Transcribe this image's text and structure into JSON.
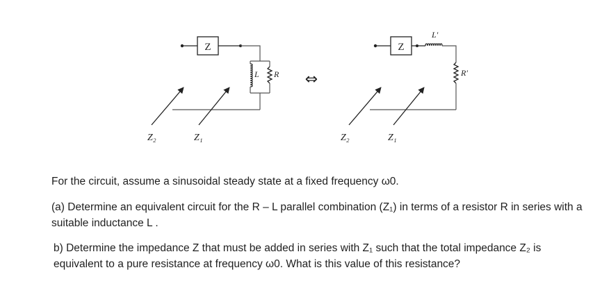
{
  "diagram": {
    "left": {
      "box_label": "Z",
      "inductor_label": "L",
      "resistor_label": "R",
      "terminal_labels": [
        "Z₂",
        "Z₁"
      ]
    },
    "equivalence_symbol": "⇔",
    "right": {
      "box_label": "Z",
      "inductor_label": "L′",
      "resistor_label": "R′",
      "terminal_labels": [
        "Z₂",
        "Z₁"
      ]
    }
  },
  "problem": {
    "intro": "For the circuit, assume a sinusoidal steady state at a fixed frequency ω0.",
    "part_a": "(a) Determine an equivalent circuit for the R – L parallel combination (Z₁) in terms of a resistor R in series with a suitable inductance L .",
    "part_b": "b) Determine the impedance Z that must be added in series with Z₁ such that the total impedance Z₂ is equivalent to a pure resistance at frequency ω0. What is this value of this resistance?"
  }
}
